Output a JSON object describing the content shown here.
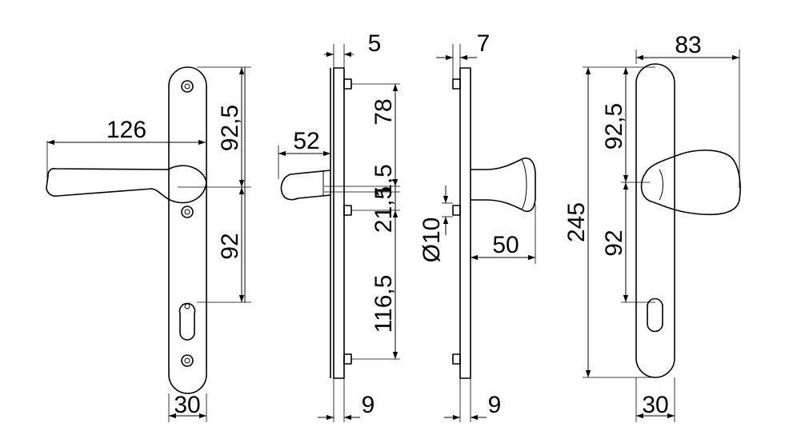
{
  "view_front_lever": {
    "lever_length": "126",
    "upper_spacing": "92,5",
    "lower_spacing": "92",
    "plate_width": "30"
  },
  "view_side_lever": {
    "plate_offset": "5",
    "lever_projection": "52",
    "dim_top": "78",
    "dim_mid": "1,5",
    "dim_lower": "21,5",
    "dim_bottom": "116,5",
    "base_depth": "9"
  },
  "view_side_knob": {
    "plate_offset": "7",
    "spindle_diameter": "Ø10",
    "knob_projection": "50",
    "base_depth": "9"
  },
  "view_front_knob": {
    "knob_width": "83",
    "upper_spacing": "92,5",
    "total_height": "245",
    "lower_spacing": "92",
    "plate_width": "30"
  }
}
